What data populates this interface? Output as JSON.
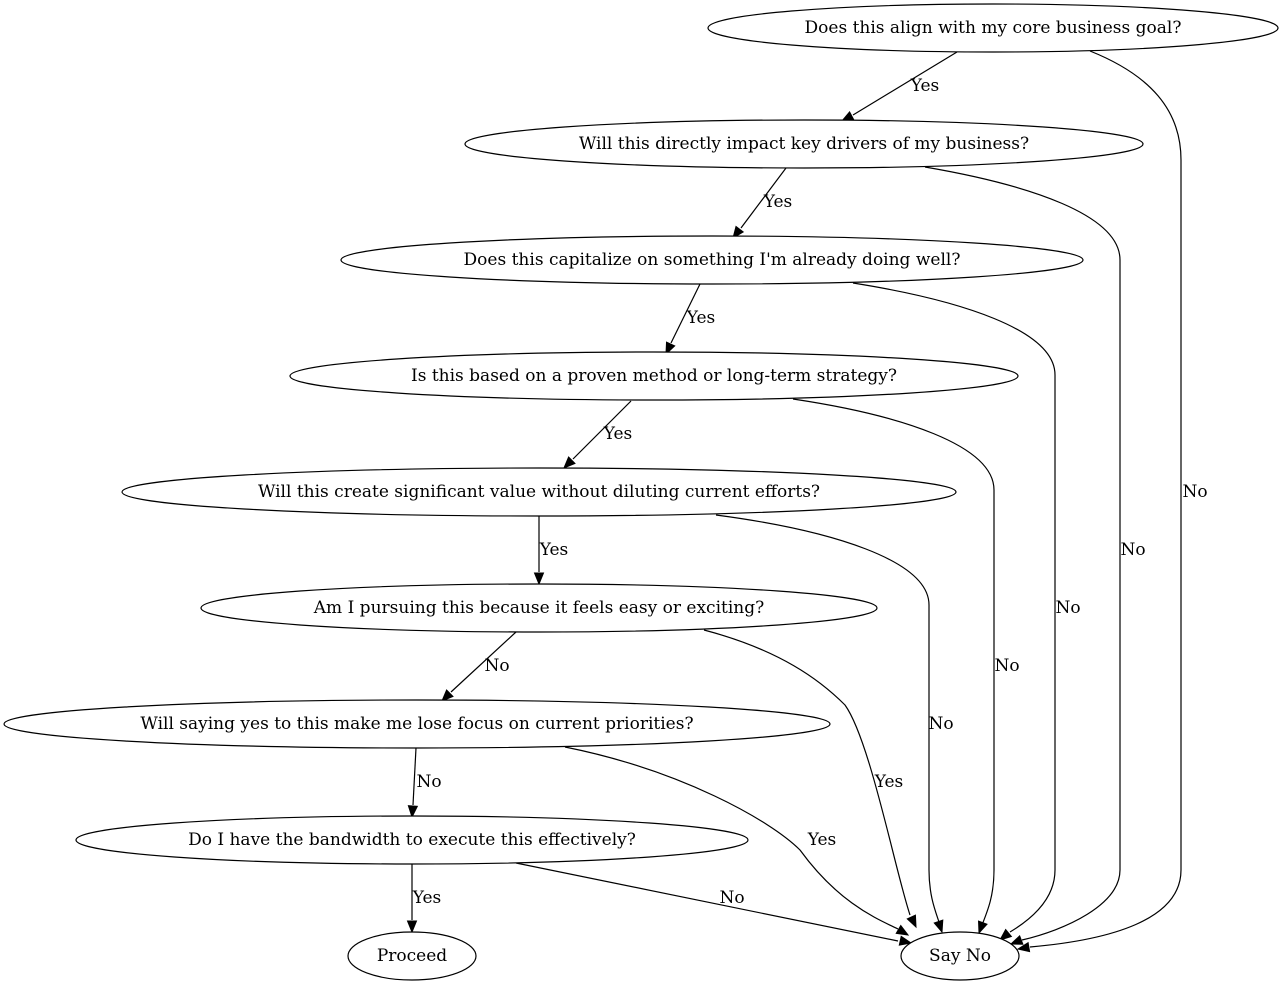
{
  "diagram": {
    "type": "flowchart",
    "nodes": [
      {
        "id": "q1",
        "label": "Does this align with my core business goal?"
      },
      {
        "id": "q2",
        "label": "Will this directly impact key drivers of my business?"
      },
      {
        "id": "q3",
        "label": "Does this capitalize on something I'm already doing well?"
      },
      {
        "id": "q4",
        "label": "Is this based on a proven method or long-term strategy?"
      },
      {
        "id": "q5",
        "label": "Will this create significant value without diluting current efforts?"
      },
      {
        "id": "q6",
        "label": "Am I pursuing this because it feels easy or exciting?"
      },
      {
        "id": "q7",
        "label": "Will saying yes to this make me lose focus on current priorities?"
      },
      {
        "id": "q8",
        "label": "Do I have the bandwidth to execute this effectively?"
      },
      {
        "id": "proceed",
        "label": "Proceed"
      },
      {
        "id": "sayno",
        "label": "Say No"
      }
    ],
    "edges": [
      {
        "from": "q1",
        "to": "q2",
        "label": "Yes"
      },
      {
        "from": "q1",
        "to": "sayno",
        "label": "No"
      },
      {
        "from": "q2",
        "to": "q3",
        "label": "Yes"
      },
      {
        "from": "q2",
        "to": "sayno",
        "label": "No"
      },
      {
        "from": "q3",
        "to": "q4",
        "label": "Yes"
      },
      {
        "from": "q3",
        "to": "sayno",
        "label": "No"
      },
      {
        "from": "q4",
        "to": "q5",
        "label": "Yes"
      },
      {
        "from": "q4",
        "to": "sayno",
        "label": "No"
      },
      {
        "from": "q5",
        "to": "q6",
        "label": "Yes"
      },
      {
        "from": "q5",
        "to": "sayno",
        "label": "No"
      },
      {
        "from": "q6",
        "to": "q7",
        "label": "No"
      },
      {
        "from": "q6",
        "to": "sayno",
        "label": "Yes"
      },
      {
        "from": "q7",
        "to": "q8",
        "label": "No"
      },
      {
        "from": "q7",
        "to": "sayno",
        "label": "Yes"
      },
      {
        "from": "q8",
        "to": "proceed",
        "label": "Yes"
      },
      {
        "from": "q8",
        "to": "sayno",
        "label": "No"
      }
    ]
  }
}
